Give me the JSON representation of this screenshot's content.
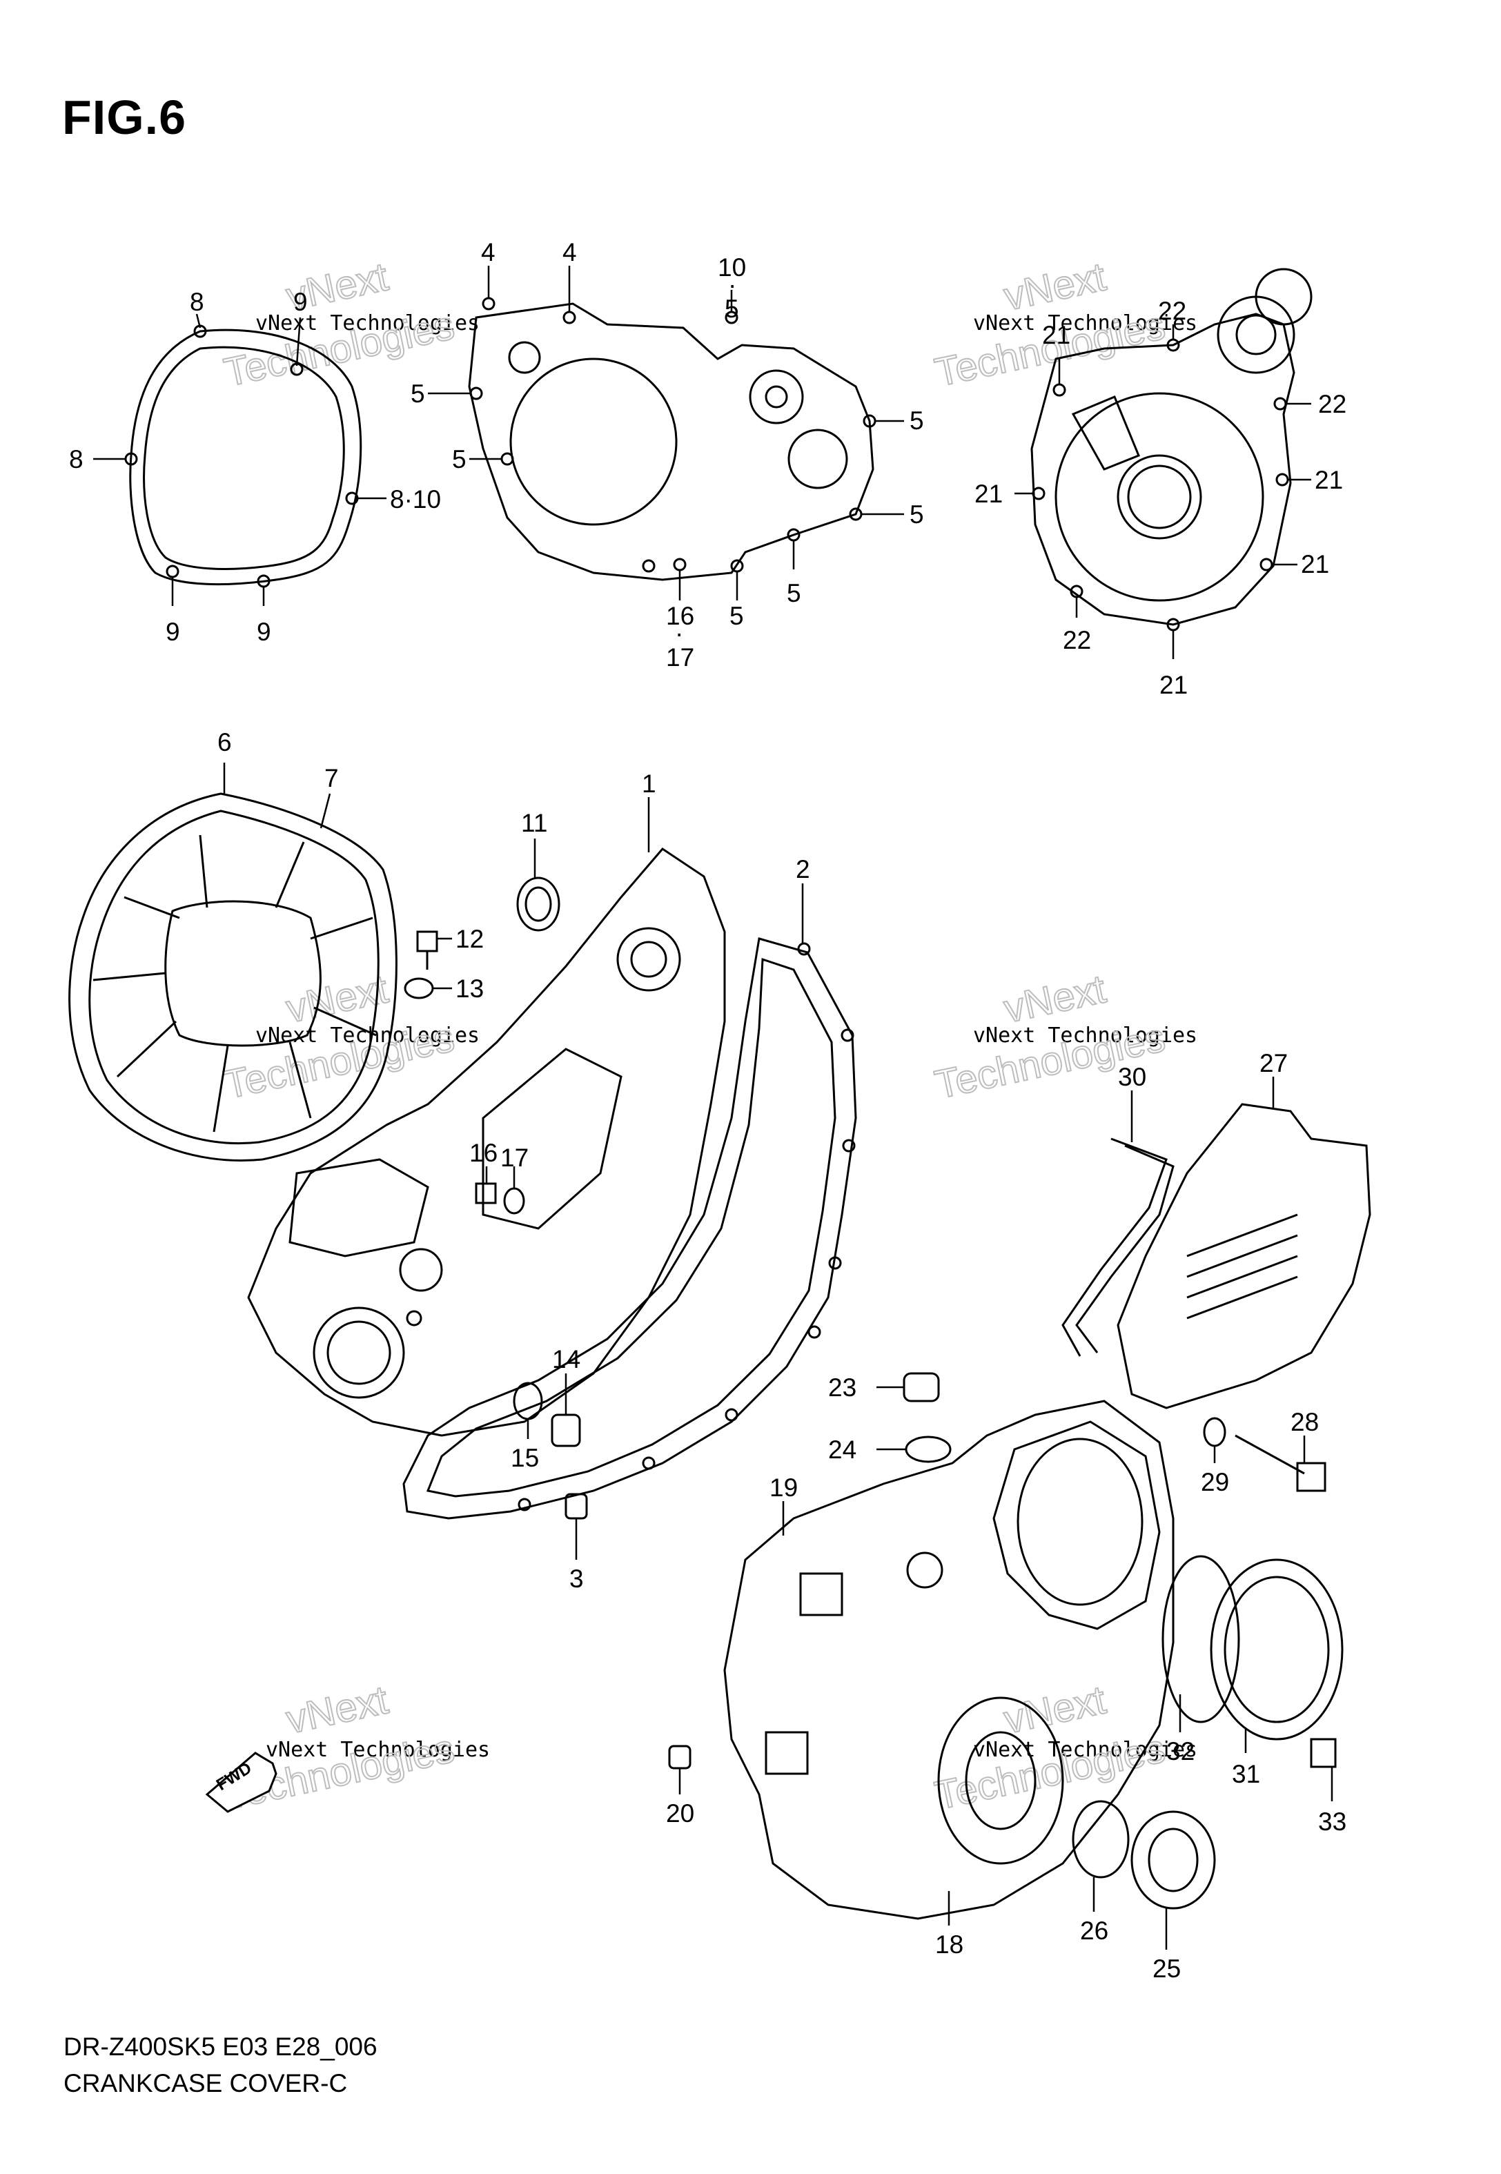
{
  "figure": {
    "title": "FIG.6"
  },
  "footer": {
    "code": "DR-Z400SK5 E03 E28_006",
    "name": "CRANKCASE COVER-C"
  },
  "watermark": {
    "line1": "vNext Technologies",
    "line2": "vNext",
    "line3": "Technologies"
  },
  "fwd_label": "FWD",
  "callouts": [
    {
      "text": "8"
    },
    {
      "text": "9"
    },
    {
      "text": "8"
    },
    {
      "text": "8·10"
    },
    {
      "text": "9"
    },
    {
      "text": "9"
    },
    {
      "text": "4"
    },
    {
      "text": "4"
    },
    {
      "text": "10"
    },
    {
      "text": "·"
    },
    {
      "text": "5"
    },
    {
      "text": "5"
    },
    {
      "text": "5"
    },
    {
      "text": "5"
    },
    {
      "text": "5"
    },
    {
      "text": "5"
    },
    {
      "text": "5"
    },
    {
      "text": "16"
    },
    {
      "text": "·"
    },
    {
      "text": "17"
    },
    {
      "text": "22"
    },
    {
      "text": "21"
    },
    {
      "text": "22"
    },
    {
      "text": "21"
    },
    {
      "text": "21"
    },
    {
      "text": "21"
    },
    {
      "text": "22"
    },
    {
      "text": "21"
    },
    {
      "text": "6"
    },
    {
      "text": "7"
    },
    {
      "text": "11"
    },
    {
      "text": "1"
    },
    {
      "text": "2"
    },
    {
      "text": "12"
    },
    {
      "text": "13"
    },
    {
      "text": "16"
    },
    {
      "text": "17"
    },
    {
      "text": "14"
    },
    {
      "text": "15"
    },
    {
      "text": "3"
    },
    {
      "text": "27"
    },
    {
      "text": "30"
    },
    {
      "text": "23"
    },
    {
      "text": "24"
    },
    {
      "text": "19"
    },
    {
      "text": "28"
    },
    {
      "text": "29"
    },
    {
      "text": "32"
    },
    {
      "text": "31"
    },
    {
      "text": "33"
    },
    {
      "text": "20"
    },
    {
      "text": "26"
    },
    {
      "text": "25"
    },
    {
      "text": "18"
    }
  ]
}
